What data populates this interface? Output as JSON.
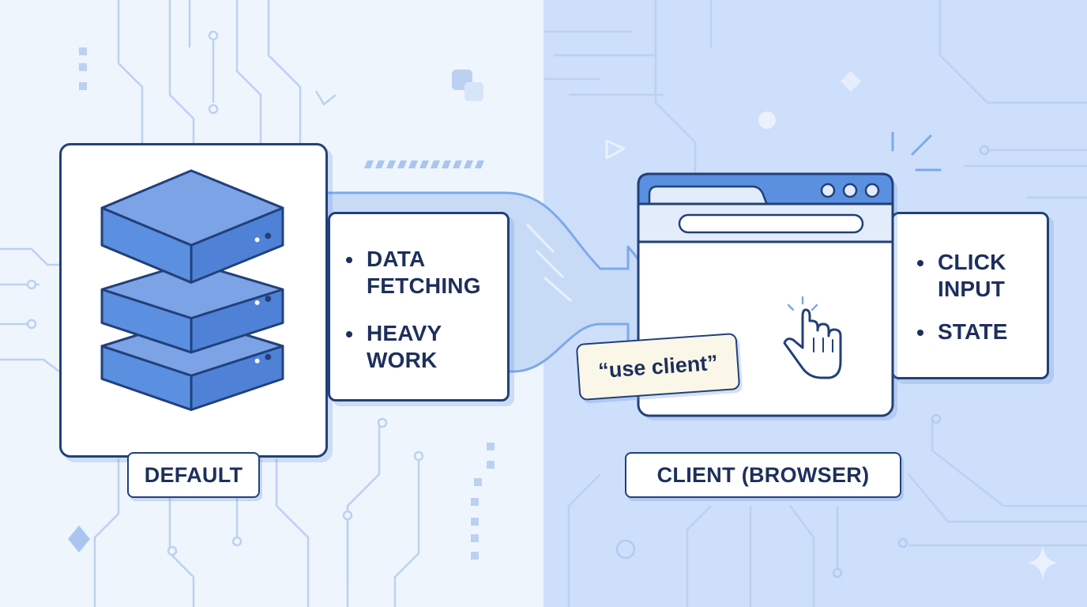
{
  "server_panel": {
    "label": "DEFAULT",
    "bullets": [
      {
        "lines": [
          "DATA",
          "FETCHING"
        ]
      },
      {
        "lines": [
          "HEAVY",
          "WORK"
        ]
      }
    ]
  },
  "client_panel": {
    "label": "CLIENT (BROWSER)",
    "bullets": [
      {
        "lines": [
          "CLICK",
          "INPUT"
        ]
      },
      {
        "lines": [
          "STATE"
        ]
      }
    ]
  },
  "directive_tag": "“use client”",
  "colors": {
    "left_background": "#eef5fd",
    "right_background": "#cddffa",
    "outline": "#22407a",
    "server_blue": "#5b8fe0",
    "accent_blue": "#7ea8ec"
  },
  "icons": {
    "server": "server-stack-icon",
    "browser": "browser-window-icon",
    "cursor": "pointer-hand-icon",
    "flow_arrow": "flow-arrow-icon"
  }
}
